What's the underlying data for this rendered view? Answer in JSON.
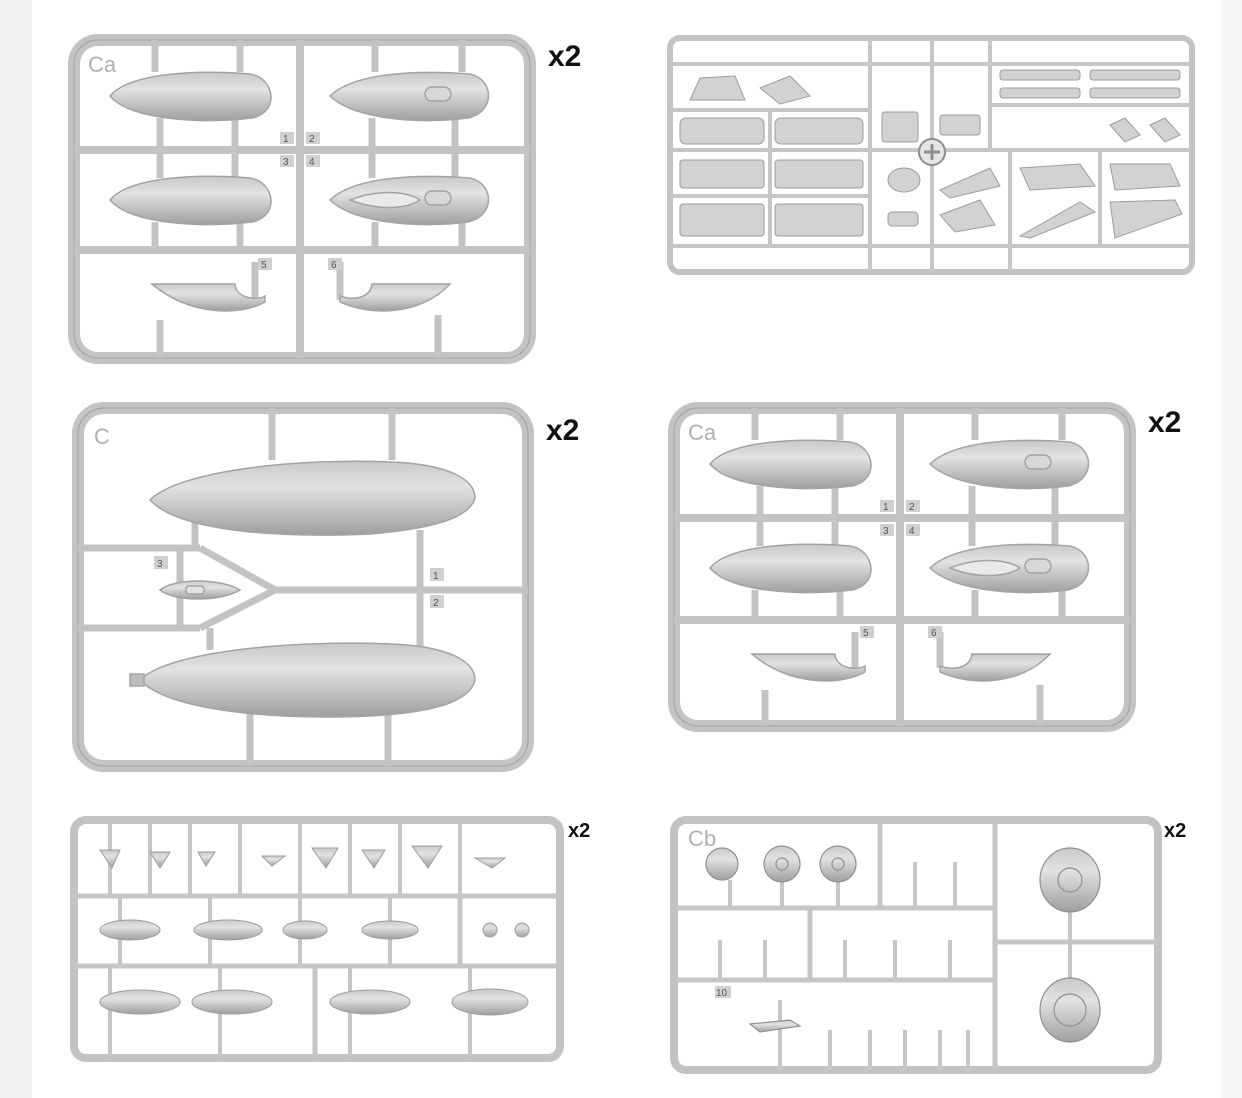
{
  "sprues": [
    {
      "id": "sprue-ca-top",
      "code": "Ca",
      "quantity": "x2",
      "part_numbers": [
        "1",
        "2",
        "3",
        "4",
        "5",
        "6"
      ]
    },
    {
      "id": "sprue-detail",
      "code": "",
      "quantity": "",
      "part_numbers": []
    },
    {
      "id": "sprue-c",
      "code": "C",
      "quantity": "x2",
      "part_numbers": [
        "1",
        "2",
        "3"
      ]
    },
    {
      "id": "sprue-ca-right",
      "code": "Ca",
      "quantity": "x2",
      "part_numbers": [
        "1",
        "2",
        "3",
        "4",
        "5",
        "6"
      ]
    },
    {
      "id": "sprue-small-parts",
      "code": "",
      "quantity": "x2",
      "part_numbers": []
    },
    {
      "id": "sprue-wheels",
      "code": "Cb",
      "quantity": "x2",
      "part_numbers": [
        "10"
      ]
    }
  ],
  "colors": {
    "sprue": "#c6c6c6",
    "sprue_edge": "#9a9a9a",
    "background": "#ffffff",
    "label": "#111111"
  }
}
